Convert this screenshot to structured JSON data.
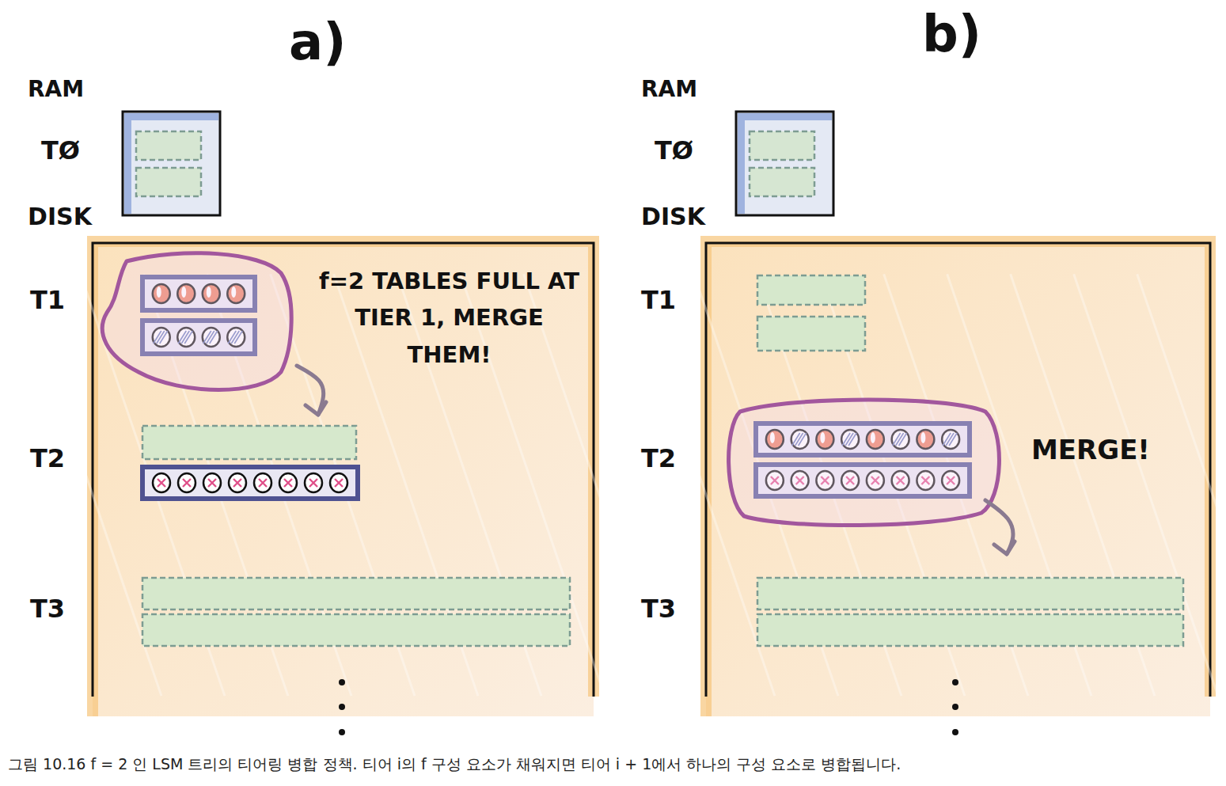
{
  "diagram": {
    "caption": "그림 10.16 f = 2 인 LSM 트리의 티어링 병합 정책. 티어 i의 f 구성 요소가 채워지면 티어 i + 1에서 하나의 구성 요소로 병합됩니다.",
    "nodes": [
      {
        "text": [
          "TØ"
        ]
      },
      {
        "text": [
          "DISK"
        ]
      },
      {
        "text": [
          "TØ"
        ]
      },
      {
        "text": [
          "DISK"
        ]
      }
    ],
    "labels": [
      "a)",
      "RAM",
      "T1",
      "T2",
      "T3",
      "f=2 TABLES FULL AT TIER 1, MERGE THEM!",
      "b)",
      "RAM",
      "T1",
      "T2",
      "T3",
      "MERGE!"
    ]
  }
}
